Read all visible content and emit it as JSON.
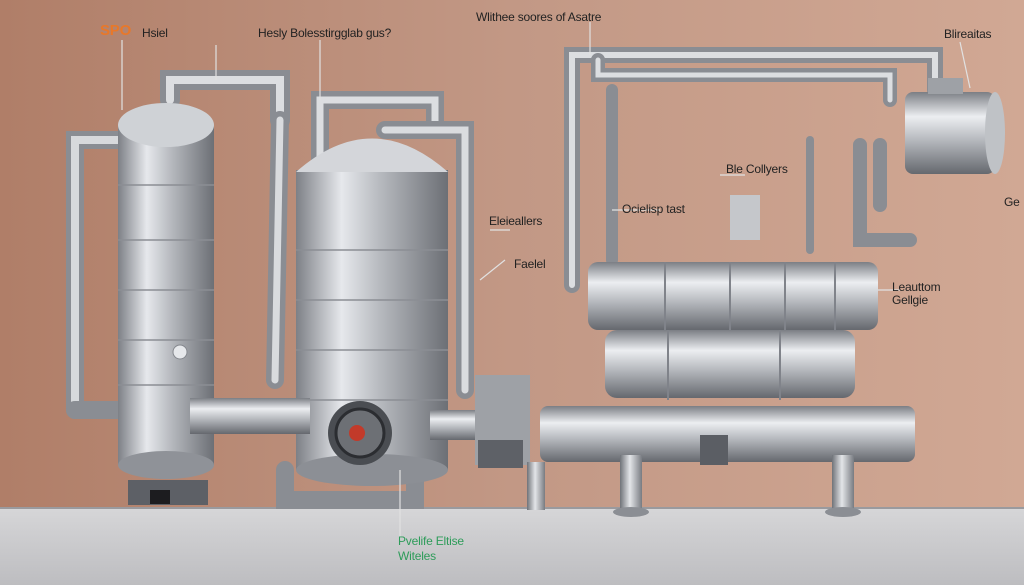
{
  "labels": {
    "top_left_code": "SPO",
    "top_left_name": "Hsiel",
    "top_center": "Hesly Bolesstirgglab gus?",
    "top_right_center": "Wlithee soores of Asatre",
    "top_right": "Blireaitas",
    "ble_collyers": "Ble Collyers",
    "ocielisp": "Ocielisp tast",
    "eleieallers": "Eleieallers",
    "faelel": "Faelel",
    "leauttom": "Leauttom",
    "gelligie": "Gellgie",
    "side_value": "Ge",
    "bottom_line1": "Pvelife Eltise",
    "bottom_line2": "Witeles"
  },
  "colors": {
    "wall": "#b98a72",
    "floor": "#c9c9cb",
    "metal": "#a9acb1",
    "label_orange": "#e8782a",
    "label_green": "#2e9c5a"
  }
}
